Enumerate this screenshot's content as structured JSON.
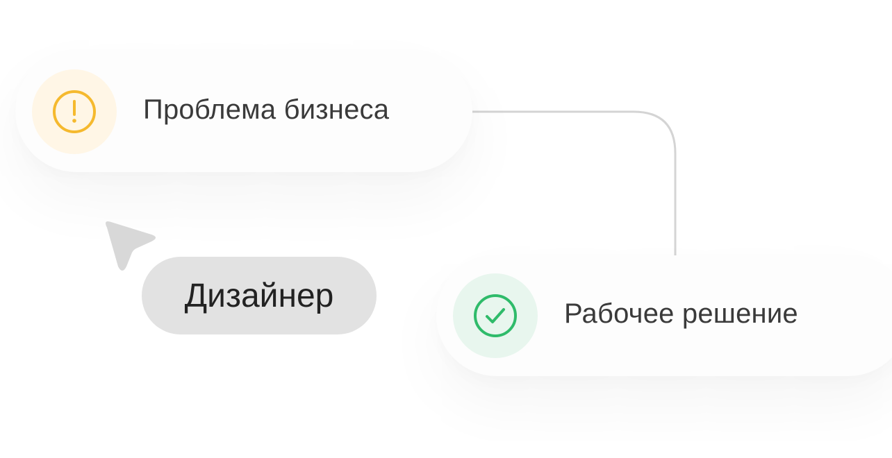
{
  "problem_card": {
    "label": "Проблема бизнеса",
    "icon": "alert-circle-icon",
    "icon_color": "#f5b92e",
    "icon_bg": "#fff6e6"
  },
  "solution_card": {
    "label": "Рабочее решение",
    "icon": "check-circle-icon",
    "icon_color": "#2fbb6a",
    "icon_bg": "#e8f6ee"
  },
  "cursor": {
    "icon": "pointer-arrow-icon",
    "color": "#d8d8d8"
  },
  "user_tag": {
    "label": "Дизайнер",
    "bg": "#e2e2e2"
  },
  "connector_color": "#d4d4d4"
}
